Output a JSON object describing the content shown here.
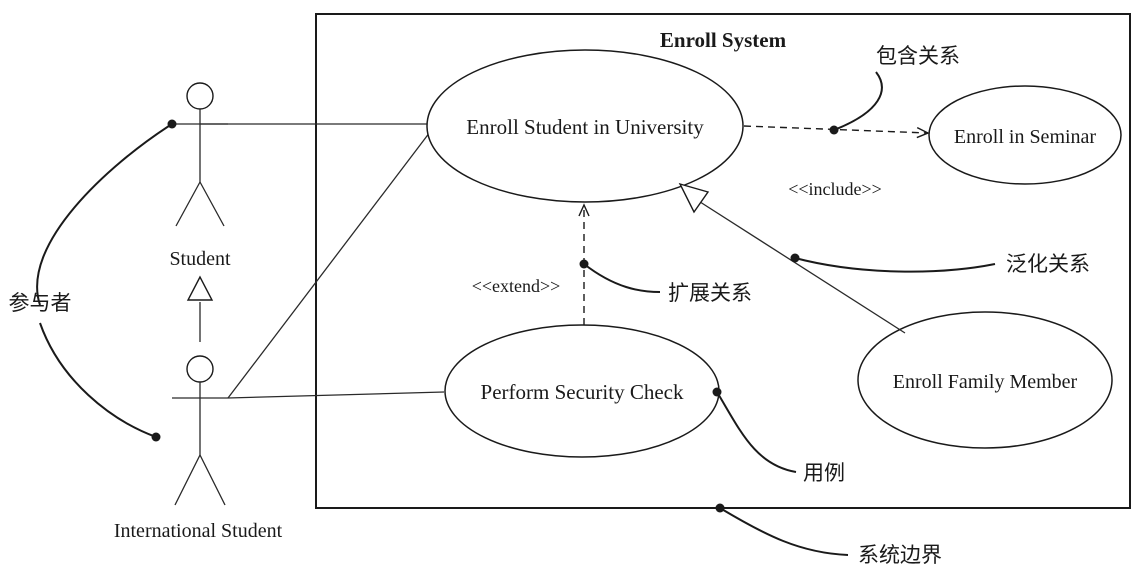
{
  "system": {
    "title": "Enroll System"
  },
  "actors": {
    "student": "Student",
    "international_student": "International Student"
  },
  "use_cases": {
    "enroll_university": "Enroll Student in University",
    "enroll_seminar": "Enroll in Seminar",
    "security_check": "Perform Security Check",
    "enroll_family": "Enroll Family Member"
  },
  "stereotypes": {
    "include": "<<include>>",
    "extend": "<<extend>>"
  },
  "annotations": {
    "participant": "参与者",
    "include_relation": "包含关系",
    "generalization": "泛化关系",
    "extend_relation": "扩展关系",
    "use_case": "用例",
    "system_boundary": "系统边界"
  }
}
